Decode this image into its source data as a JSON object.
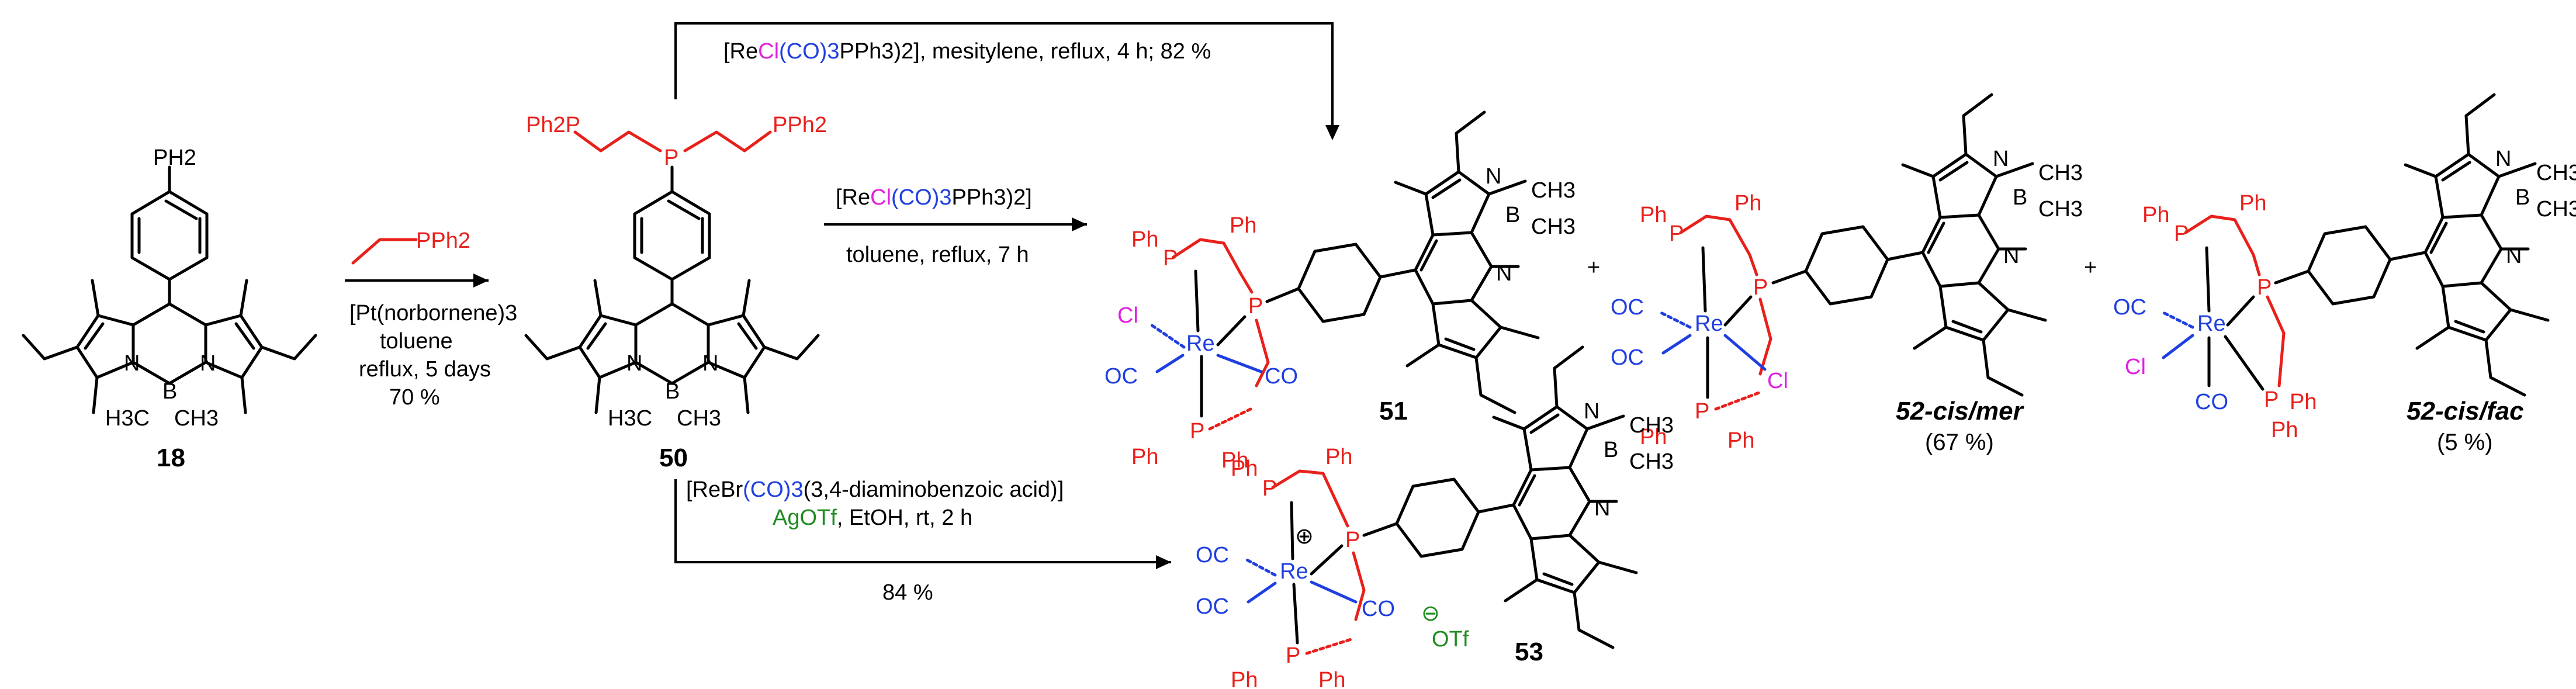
{
  "compounds": {
    "c18": "18",
    "c50": "50",
    "c51": "51",
    "c52mer": "52-cis/mer",
    "c52mer_yield": "(67 %)",
    "c52fac": "52-cis/fac",
    "c52fac_yield": "(5 %)",
    "c53": "53"
  },
  "reaction1": {
    "reagent": "PPh2",
    "line1": "[Pt(norbornene)3",
    "line2": "toluene",
    "line3": "reflux, 5 days",
    "yield": "70 %"
  },
  "reaction_top": {
    "re_part": "[Re",
    "cl_part": "Cl",
    "co_part": "(CO)3",
    "rest": "PPh3)2], mesitylene, reflux, 4 h; 82 %"
  },
  "reaction_mid": {
    "re_part": "[Re",
    "cl_part": "Cl",
    "co_part": "(CO)3",
    "rest": "PPh3)2]",
    "line2": "toluene, reflux, 7 h"
  },
  "reaction_bottom": {
    "re_part": "[Re",
    "br_part": "Br",
    "co_part": "(CO)3",
    "rest": "(3,4-diaminobenzoic acid)]",
    "agotf": "AgOTf",
    "conditions": ", EtOH, rt, 2 h",
    "yield": "84 %"
  },
  "atoms": {
    "ph2p_chain": "Ph2P",
    "pph2_chain": "PPh2",
    "p_center": "P",
    "ph2": "PH2",
    "n": "N",
    "b": "B",
    "ch3": "CH3",
    "h3c": "H3C",
    "re": "Re",
    "p": "P",
    "ph": "Ph",
    "cl": "Cl",
    "co": "CO",
    "oc": "OC",
    "otf": "OTf",
    "plus": "+",
    "oplus": "⊕",
    "ominus": "⊖"
  },
  "colors": {
    "phosphine": "#e8201b",
    "rhenium": "#1f3fe0",
    "chloride": "#e020e0",
    "silver": "#1e8c1e"
  }
}
